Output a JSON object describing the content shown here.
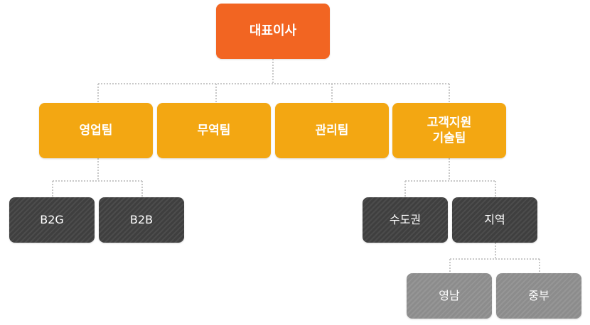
{
  "org_chart": {
    "ceo": {
      "label": "대표이사"
    },
    "teams": [
      {
        "id": "sales",
        "lines": [
          "영업팀"
        ]
      },
      {
        "id": "trade",
        "lines": [
          "무역팀"
        ]
      },
      {
        "id": "admin",
        "lines": [
          "관리팀"
        ]
      },
      {
        "id": "support",
        "lines": [
          "고객지원",
          "기술팀"
        ]
      }
    ],
    "sales_units": [
      {
        "label": "B2G"
      },
      {
        "label": "B2B"
      }
    ],
    "support_units": [
      {
        "label": "수도권"
      },
      {
        "label": "지역"
      }
    ],
    "regions": [
      {
        "label": "영남"
      },
      {
        "label": "중부"
      }
    ]
  },
  "colors": {
    "ceo": "#f26522",
    "team": "#f3a712",
    "sub_unit": "#3f3f3f",
    "region": "#8c8c8c",
    "connector": "#c8c8c8",
    "text": "#ffffff"
  }
}
